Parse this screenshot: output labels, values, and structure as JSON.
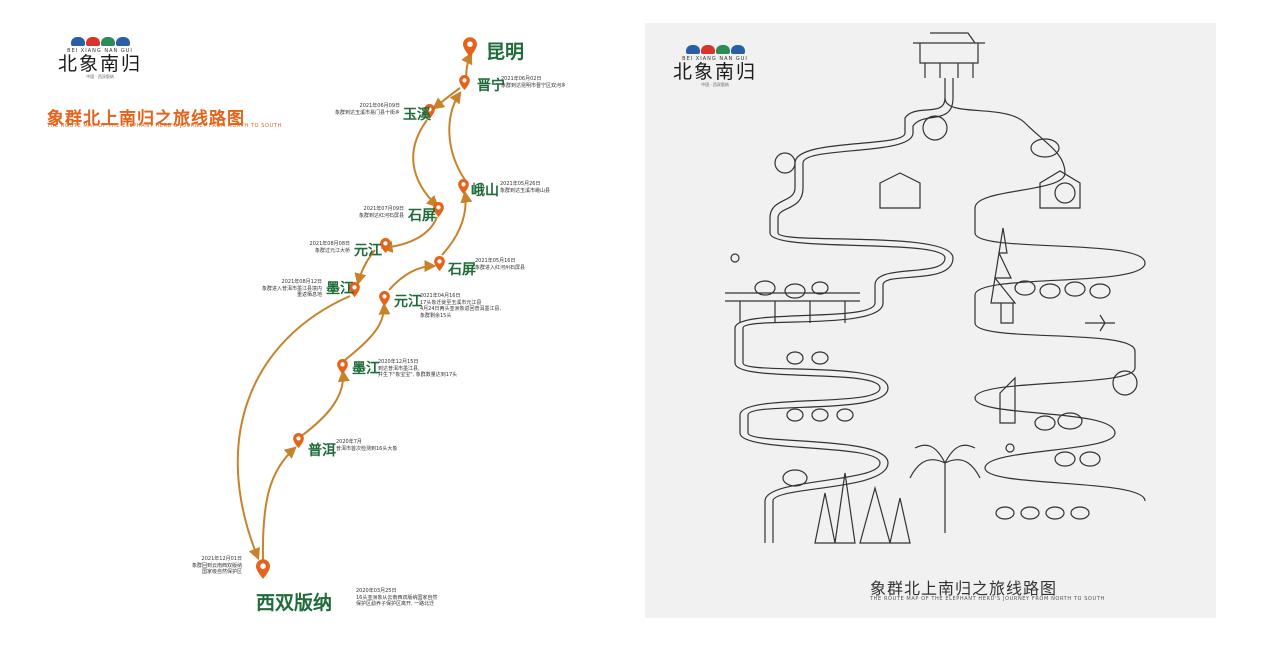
{
  "brand": {
    "en": "BEI XIANG NAN GUI",
    "cn": "北象南归",
    "sub": "中国 · 西双版纳",
    "colors": [
      "#2a5fa6",
      "#d9342b",
      "#2e8b57",
      "#2a5fa6"
    ]
  },
  "left": {
    "title_cn": "象群北上南归之旅线路图",
    "title_en": "THE ROUTE MAP OF THE ELEPHANT HERD'S JOURNEY FROM NORTH TO SOUTH",
    "cities": {
      "kunming": "昆明",
      "jinning": "晋宁",
      "yuxi": "玉溪",
      "eshan": "峨山",
      "shiping_n": "石屏",
      "yuanjiang_w": "元江",
      "shiping_s": "石屏",
      "mojiang_w": "墨江",
      "yuanjiang_e": "元江",
      "mojiang_s": "墨江",
      "puer": "普洱",
      "xishuangbanna": "西双版纳"
    },
    "notes": {
      "jinning": [
        "2021年06月02日",
        "象群到达昆明市晋宁区双河乡"
      ],
      "yuxi": [
        "2021年06月09日",
        "象群到达玉溪市易门县十街乡"
      ],
      "eshan": [
        "2021年05月26日",
        "象群到达玉溪市峨山县"
      ],
      "shiping_n": [
        "2021年07月09日",
        "象群到达红河石屏县"
      ],
      "yuanjiang_w": [
        "2021年08月08日",
        "象群过元江大桥"
      ],
      "shiping_s": [
        "2021年05月16日",
        "象群进入红河州石屏县"
      ],
      "mojiang_w": [
        "2021年08月12日",
        "象群进入普洱市墨江县境内",
        "重返栖息地"
      ],
      "yuanjiang_e": [
        "2021年04月16日",
        "17头象迁徙至玉溪市元江县",
        "4月24日两头亚洲象返回普洱墨江县,",
        "象群剩余15头"
      ],
      "mojiang_s": [
        "2020年12月15日",
        "到达普洱市墨江县,",
        "并生下\"象宝宝\", 象群数量达到17头"
      ],
      "puer": [
        "2020年7月",
        "普洱市首次检测到16头大象"
      ],
      "xishuangbanna_return": [
        "2021年12月01日",
        "象群回到云南西双版纳",
        "国家级自然保护区"
      ],
      "xishuangbanna_start": [
        "2020年03月25日",
        "16头亚洲象从云南西双版纳国家自然",
        "保护区勐养子保护区离开, 一路北迁"
      ]
    }
  },
  "right": {
    "title_cn": "象群北上南归之旅线路图",
    "title_en": "THE ROUTE MAP OF THE ELEPHANT HERD'S JOURNEY FROM NORTH TO SOUTH"
  },
  "colors": {
    "route": "#c8832a",
    "pin": "#e5631a",
    "city": "#1f6b3a",
    "title": "#e5631a"
  }
}
